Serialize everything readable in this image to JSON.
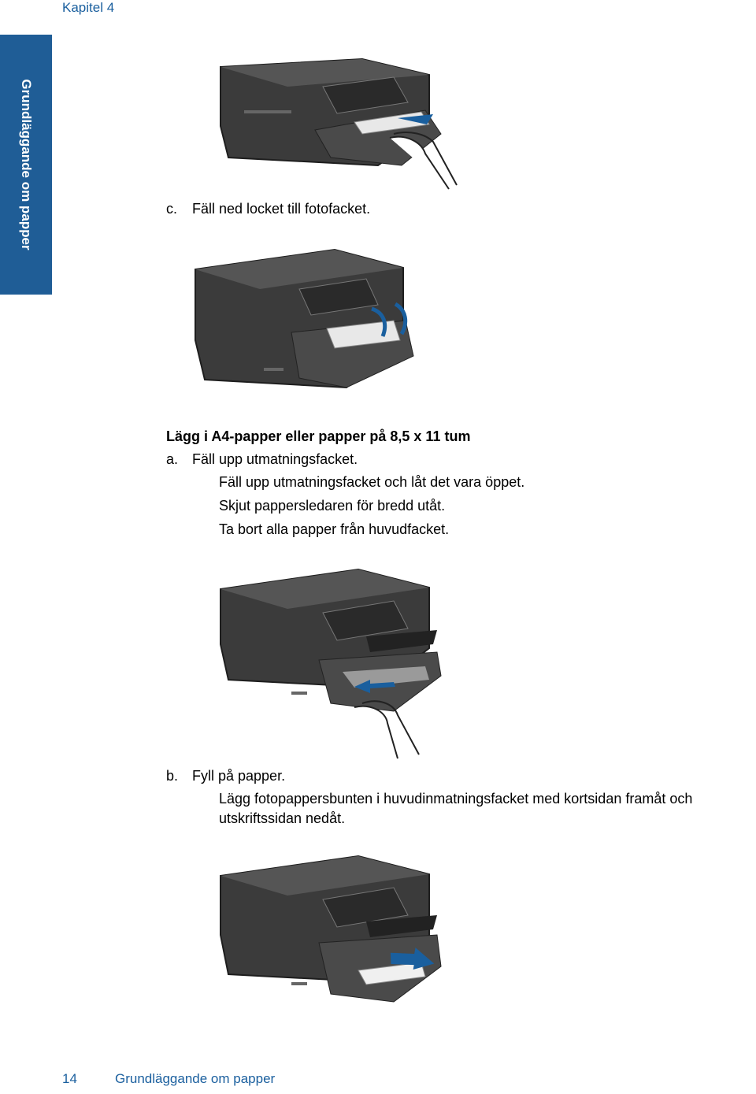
{
  "header": {
    "chapter": "Kapitel 4"
  },
  "side_tab": {
    "label": "Grundläggande om papper"
  },
  "steps": {
    "c": {
      "letter": "c.",
      "text": "Fäll ned locket till fotofacket."
    },
    "section_heading": "Lägg i A4-papper eller papper på 8,5 x 11 tum",
    "a": {
      "letter": "a.",
      "text": "Fäll upp utmatningsfacket.",
      "lines": [
        "Fäll upp utmatningsfacket och låt det vara öppet.",
        "Skjut pappersledaren för bredd utåt.",
        "Ta bort alla papper från huvudfacket."
      ]
    },
    "b": {
      "letter": "b.",
      "text": "Fyll på papper.",
      "detail_line1": "Lägg fotopappersbunten i huvudinmatningsfacket med kortsidan framåt och",
      "detail_line2": "utskriftssidan nedåt."
    }
  },
  "footer": {
    "page_number": "14",
    "title": "Grundläggande om papper"
  },
  "colors": {
    "accent": "#1f5d96",
    "printer_body": "#3a3a3a",
    "arrow": "#1a5f9e"
  }
}
